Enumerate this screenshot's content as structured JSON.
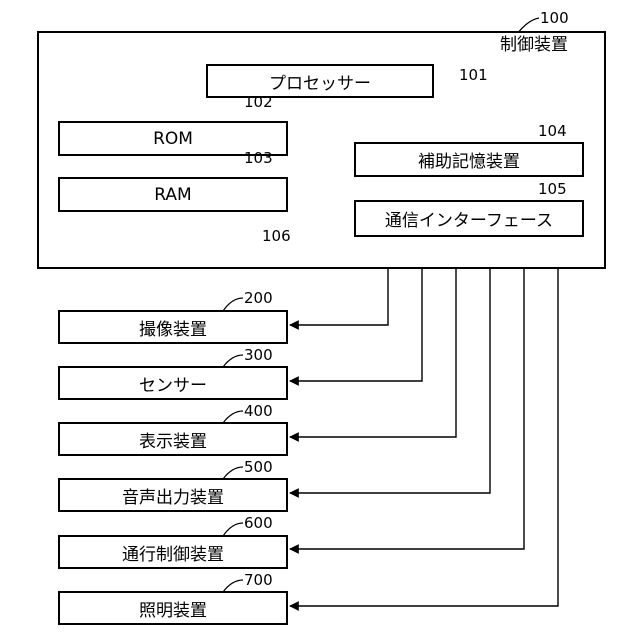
{
  "control_device": {
    "ref": "100",
    "title": "制御装置"
  },
  "processor": {
    "ref": "101",
    "label": "プロセッサー"
  },
  "rom": {
    "ref": "102",
    "label": "ROM"
  },
  "ram": {
    "ref": "103",
    "label": "RAM"
  },
  "aux_storage": {
    "ref": "104",
    "label": "補助記憶装置"
  },
  "comm_interface": {
    "ref": "105",
    "label": "通信インターフェース"
  },
  "bus": {
    "ref": "106"
  },
  "external_devices": [
    {
      "ref": "200",
      "label": "撮像装置"
    },
    {
      "ref": "300",
      "label": "センサー"
    },
    {
      "ref": "400",
      "label": "表示装置"
    },
    {
      "ref": "500",
      "label": "音声出力装置"
    },
    {
      "ref": "600",
      "label": "通行制御装置"
    },
    {
      "ref": "700",
      "label": "照明装置"
    }
  ]
}
